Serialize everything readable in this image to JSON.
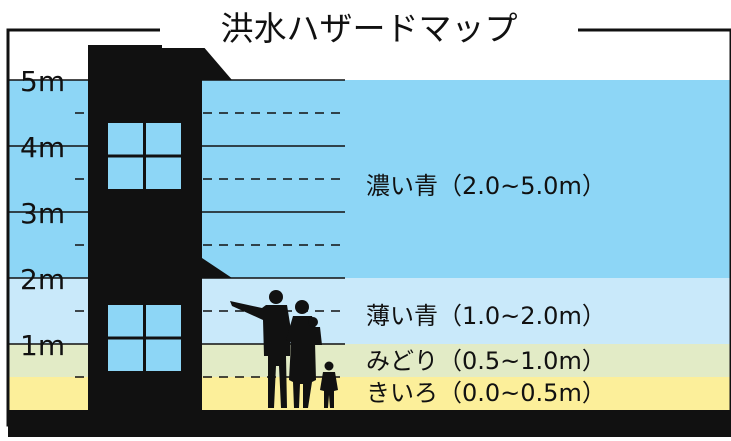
{
  "title": "洪水ハザードマップ",
  "colors": {
    "deep_blue": "#8dd6f6",
    "light_blue": "#c9e9fa",
    "green": "#e2ebc6",
    "yellow": "#fcef9a",
    "ground": "#111111",
    "building": "#111111",
    "window": "#8dd6f6",
    "frame": "#111111"
  },
  "axis": {
    "unit": "m",
    "ticks": [
      "1m",
      "2m",
      "3m",
      "4m",
      "5m"
    ]
  },
  "zones": [
    {
      "name": "濃い青",
      "range": "（2.0~5.0m）",
      "from": 2.0,
      "to": 5.0
    },
    {
      "name": "薄い青",
      "range": "（1.0~2.0m）",
      "from": 1.0,
      "to": 2.0
    },
    {
      "name": "みどり",
      "range": "（0.5~1.0m）",
      "from": 0.5,
      "to": 1.0
    },
    {
      "name": "きいろ",
      "range": "（0.0~0.5m）",
      "from": 0.0,
      "to": 0.5
    }
  ],
  "illustration": {
    "building": "two-story-building-silhouette",
    "people": "family-silhouette-icon"
  }
}
